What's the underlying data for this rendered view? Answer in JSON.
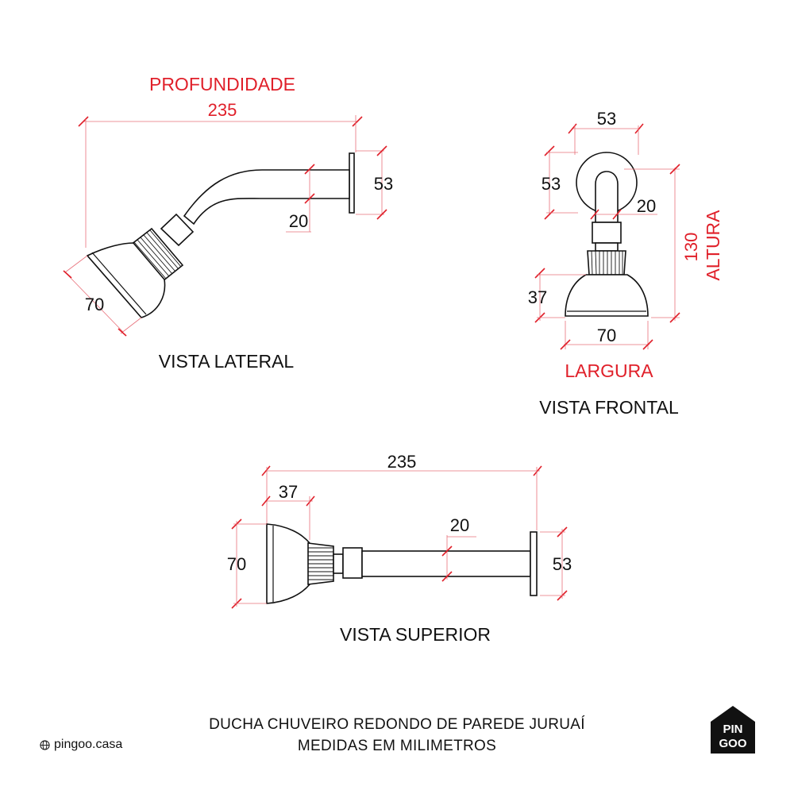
{
  "product": {
    "title": "DUCHA CHUVEIRO REDONDO DE PAREDE JURUAÍ",
    "subtitle": "MEDIDAS EM MILIMETROS"
  },
  "brand": {
    "website": "pingoo.casa",
    "logo_line1": "PIN",
    "logo_line2": "GOO"
  },
  "views": {
    "lateral": {
      "label": "VISTA LATERAL",
      "dimension_label": "PROFUNDIDADE",
      "depth": "235",
      "flange_height": "53",
      "pipe_diameter": "20",
      "head_diameter": "70"
    },
    "frontal": {
      "label": "VISTA FRONTAL",
      "flange_width": "53",
      "flange_height": "53",
      "pipe_diameter": "20",
      "head_height": "37",
      "height": "130",
      "height_label": "ALTURA",
      "width": "70",
      "width_label": "LARGURA"
    },
    "superior": {
      "label": "VISTA SUPERIOR",
      "depth": "235",
      "head_depth": "37",
      "pipe_diameter": "20",
      "head_diameter": "70",
      "flange_height": "53"
    }
  },
  "colors": {
    "dimension": "#e0202a",
    "outline": "#111111"
  }
}
